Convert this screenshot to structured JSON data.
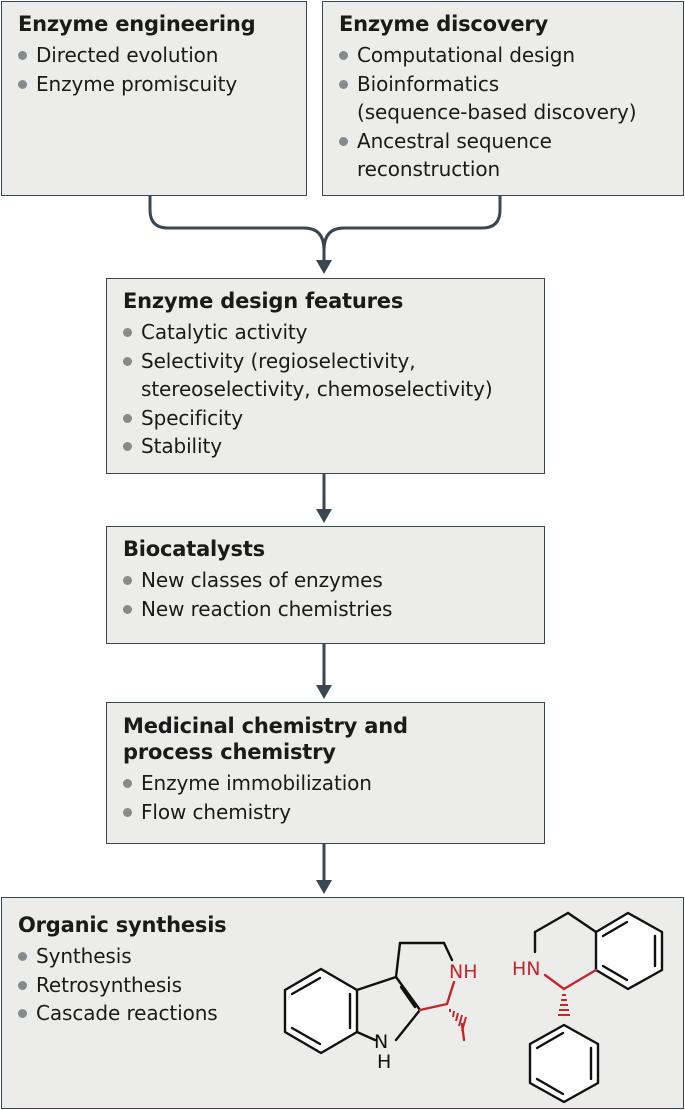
{
  "engineering": {
    "title": "Enzyme engineering",
    "items": [
      "Directed evolution",
      "Enzyme promiscuity"
    ]
  },
  "discovery": {
    "title": "Enzyme discovery",
    "items": [
      "Computational design",
      "Bioinformatics\n(sequence-based discovery)",
      "Ancestral sequence\nreconstruction"
    ]
  },
  "design": {
    "title": "Enzyme design features",
    "items": [
      "Catalytic activity",
      "Selectivity (regioselectivity,\nstereoselectivity, chemoselectivity)",
      "Specificity",
      "Stability"
    ]
  },
  "biocatalysts": {
    "title": "Biocatalysts",
    "items": [
      "New classes of enzymes",
      "New reaction chemistries"
    ]
  },
  "medicinal": {
    "title": "Medicinal chemistry and\nprocess chemistry",
    "items": [
      "Enzyme immobilization",
      "Flow chemistry"
    ]
  },
  "organic": {
    "title": "Organic synthesis",
    "items": [
      "Synthesis",
      "Retrosynthesis",
      "Cascade reactions"
    ]
  },
  "molecules": {
    "mol1": {
      "nh": "NH",
      "indole_n": "N",
      "indole_h": "H"
    },
    "mol2": {
      "hn": "HN"
    }
  },
  "colors": {
    "box_fill": "#ecedea",
    "border": "#3b4750",
    "bullet": "#858a8d",
    "highlight": "#c1272d"
  }
}
